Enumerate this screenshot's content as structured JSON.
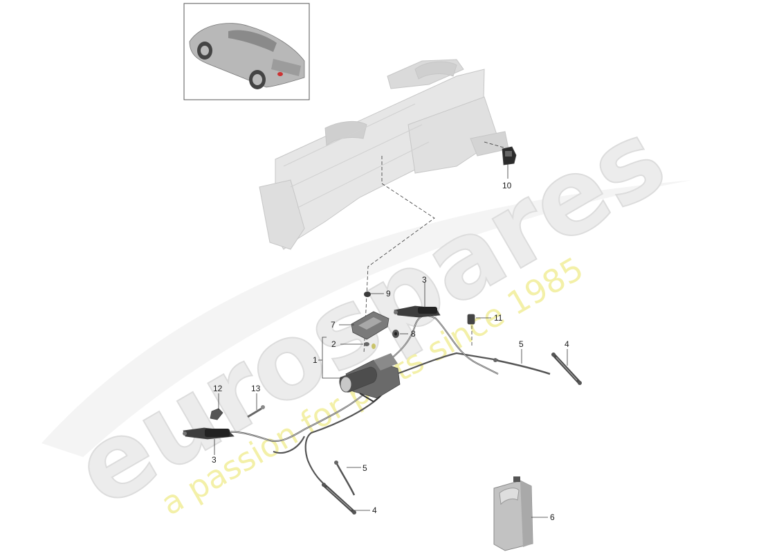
{
  "watermark": {
    "brand": "eurospares",
    "tagline": "a passion for parts since 1985"
  },
  "callouts": [
    {
      "id": "c1",
      "label": "1"
    },
    {
      "id": "c2",
      "label": "2"
    },
    {
      "id": "c3a",
      "label": "3"
    },
    {
      "id": "c3b",
      "label": "3"
    },
    {
      "id": "c4a",
      "label": "4"
    },
    {
      "id": "c4b",
      "label": "4"
    },
    {
      "id": "c5a",
      "label": "5"
    },
    {
      "id": "c5b",
      "label": "5"
    },
    {
      "id": "c6",
      "label": "6"
    },
    {
      "id": "c7",
      "label": "7"
    },
    {
      "id": "c8",
      "label": "8"
    },
    {
      "id": "c9",
      "label": "9"
    },
    {
      "id": "c10",
      "label": "10"
    },
    {
      "id": "c11",
      "label": "11"
    },
    {
      "id": "c12",
      "label": "12"
    },
    {
      "id": "c13",
      "label": "13"
    }
  ]
}
